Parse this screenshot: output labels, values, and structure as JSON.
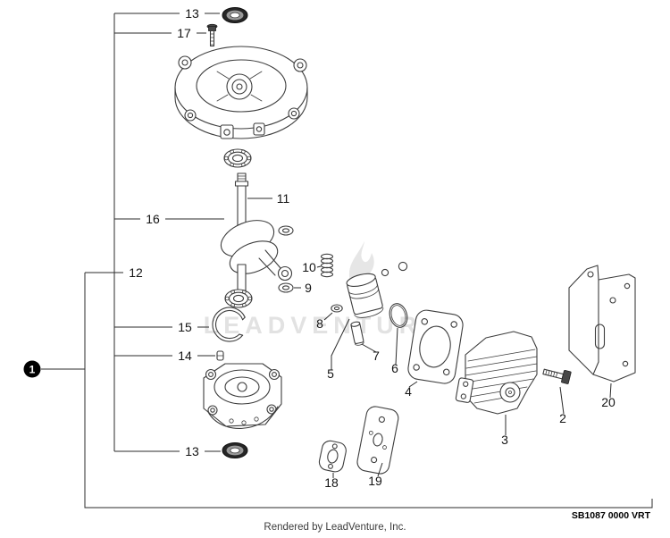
{
  "watermark": {
    "text": "LEADVENTURE"
  },
  "footer": {
    "credit": "Rendered by LeadVenture, Inc.",
    "drawing_code": "SB1087 0000 VRT"
  },
  "assembly_callout": {
    "label": "1"
  },
  "callouts": [
    {
      "label": "13",
      "part": "oil-seal-top"
    },
    {
      "label": "17",
      "part": "flange-bolt"
    },
    {
      "label": "16",
      "part": "crankshaft"
    },
    {
      "label": "15",
      "part": "snap-ring"
    },
    {
      "label": "14",
      "part": "key"
    },
    {
      "label": "13",
      "part": "oil-seal-bottom"
    },
    {
      "label": "12",
      "part": "crankcase-assembly"
    },
    {
      "label": "11",
      "part": "washer-upper"
    },
    {
      "label": "10",
      "part": "spring"
    },
    {
      "label": "9",
      "part": "washer-lower"
    },
    {
      "label": "8",
      "part": "washer-small"
    },
    {
      "label": "7",
      "part": "piston-pin"
    },
    {
      "label": "6",
      "part": "piston-ring"
    },
    {
      "label": "5",
      "part": "piston"
    },
    {
      "label": "4",
      "part": "cylinder-gasket"
    },
    {
      "label": "3",
      "part": "cylinder"
    },
    {
      "label": "2",
      "part": "cylinder-bolt"
    },
    {
      "label": "20",
      "part": "bracket"
    },
    {
      "label": "18",
      "part": "intake-gasket"
    },
    {
      "label": "19",
      "part": "insulator-plate"
    }
  ],
  "colors": {
    "background": "#ffffff",
    "callout_line": "#2b2b2b",
    "part_stroke": "#3d3d3d",
    "watermark": "#e2e2e2"
  }
}
